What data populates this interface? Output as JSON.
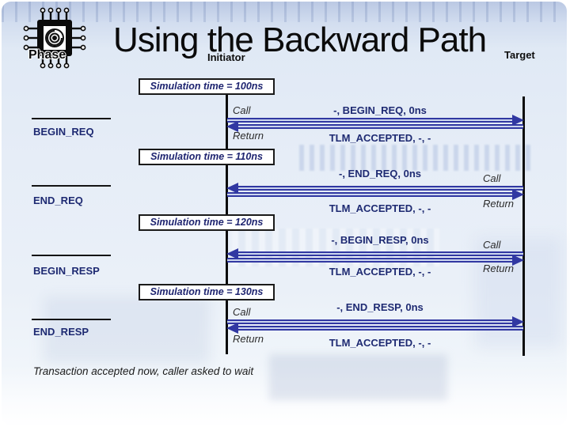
{
  "title": "Using the Backward Path",
  "phase_column_label": "Phase",
  "lifelines": {
    "initiator": "Initiator",
    "target": "Target"
  },
  "sections": [
    {
      "sim_time": "Simulation time = 100ns",
      "call_label": "Call",
      "return_label": "Return",
      "request": "-, BEGIN_REQ, 0ns",
      "response": "TLM_ACCEPTED, -, -",
      "phase": "BEGIN_REQ",
      "call_from": "initiator"
    },
    {
      "sim_time": "Simulation time = 110ns",
      "call_label": "Call",
      "return_label": "Return",
      "request": "-, END_REQ, 0ns",
      "response": "TLM_ACCEPTED, -, -",
      "phase": "END_REQ",
      "call_from": "target"
    },
    {
      "sim_time": "Simulation time = 120ns",
      "call_label": "Call",
      "return_label": "Return",
      "request": "-, BEGIN_RESP, 0ns",
      "response": "TLM_ACCEPTED, -, -",
      "phase": "BEGIN_RESP",
      "call_from": "target"
    },
    {
      "sim_time": "Simulation time = 130ns",
      "call_label": "Call",
      "return_label": "Return",
      "request": "-, END_RESP, 0ns",
      "response": "TLM_ACCEPTED, -, -",
      "phase": "END_RESP",
      "call_from": "initiator"
    }
  ],
  "footnote": "Transaction accepted now, caller asked to wait",
  "colors": {
    "arrow_blue": "#3138a2",
    "navy_text": "#1e2a72",
    "lifeline_black": "#0a0a0a",
    "background_blue": "#dce6f4"
  }
}
